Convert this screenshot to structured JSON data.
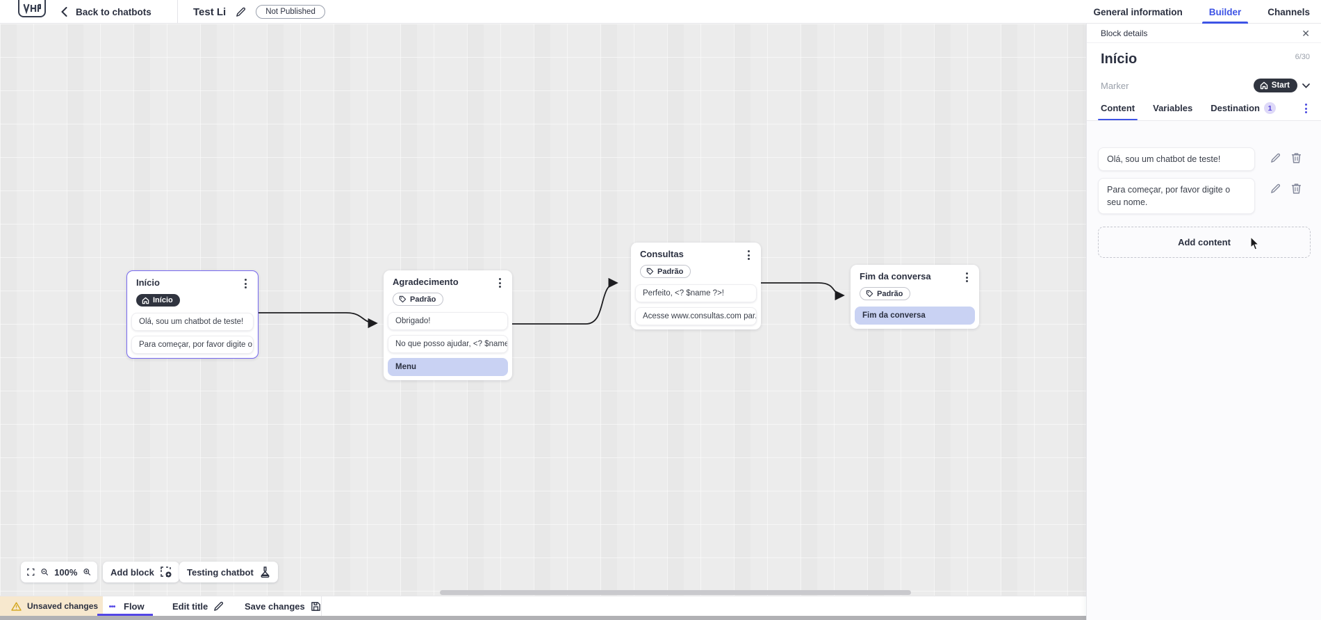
{
  "header": {
    "back_label": "Back to chatbots",
    "title": "Test Li",
    "status_badge": "Not Published",
    "tabs": [
      {
        "label": "General information",
        "active": false
      },
      {
        "label": "Builder",
        "active": true
      },
      {
        "label": "Channels",
        "active": false
      }
    ]
  },
  "panel": {
    "bar_title": "Block details",
    "block_title": "Início",
    "counter": "6/30",
    "marker_label": "Marker",
    "marker_value": "Start",
    "tabs": [
      {
        "label": "Content"
      },
      {
        "label": "Variables"
      },
      {
        "label": "Destination",
        "badge": "1"
      }
    ],
    "messages": [
      {
        "text": "Olá, sou um chatbot de teste!"
      },
      {
        "text": "Para começar, por favor digite o seu nome."
      }
    ],
    "add_content_label": "Add content"
  },
  "canvas": {
    "nodes": [
      {
        "title": "Início",
        "badge": "Início",
        "selected": true,
        "cards": [
          {
            "text": "Olá, sou um chatbot de teste!"
          },
          {
            "text": "Para começar, por favor digite o ..."
          }
        ]
      },
      {
        "title": "Agradecimento",
        "tag": "Padrão",
        "cards": [
          {
            "text": "Obrigado!"
          },
          {
            "text": "No que posso ajudar, <? $name ..."
          },
          {
            "text": "Menu",
            "highlight": true
          }
        ]
      },
      {
        "title": "Consultas",
        "tag": "Padrão",
        "cards": [
          {
            "text": "Perfeito, <? $name ?>!"
          },
          {
            "text": "Acesse www.consultas.com par..."
          }
        ]
      },
      {
        "title": "Fim da conversa",
        "tag": "Padrão",
        "cards": [
          {
            "text": "Fim da conversa",
            "highlight": true
          }
        ]
      }
    ]
  },
  "toolbar": {
    "zoom_level": "100%",
    "add_block_label": "Add block",
    "testing_label": "Testing chatbot"
  },
  "bottombar": {
    "unsaved_label": "Unsaved changes",
    "flow_label": "Flow",
    "edit_title_label": "Edit title",
    "save_label": "Save changes"
  },
  "icons": {
    "close": "✕"
  },
  "colors": {
    "accent": "#3d53e5",
    "flow_accent": "#5246e6",
    "selection_border": "#7668ef",
    "dark_pill": "#30343f",
    "highlight_card": "#c9d2f3",
    "warning_bg": "#f7e8ce",
    "badge_bg": "#ded9f8"
  }
}
